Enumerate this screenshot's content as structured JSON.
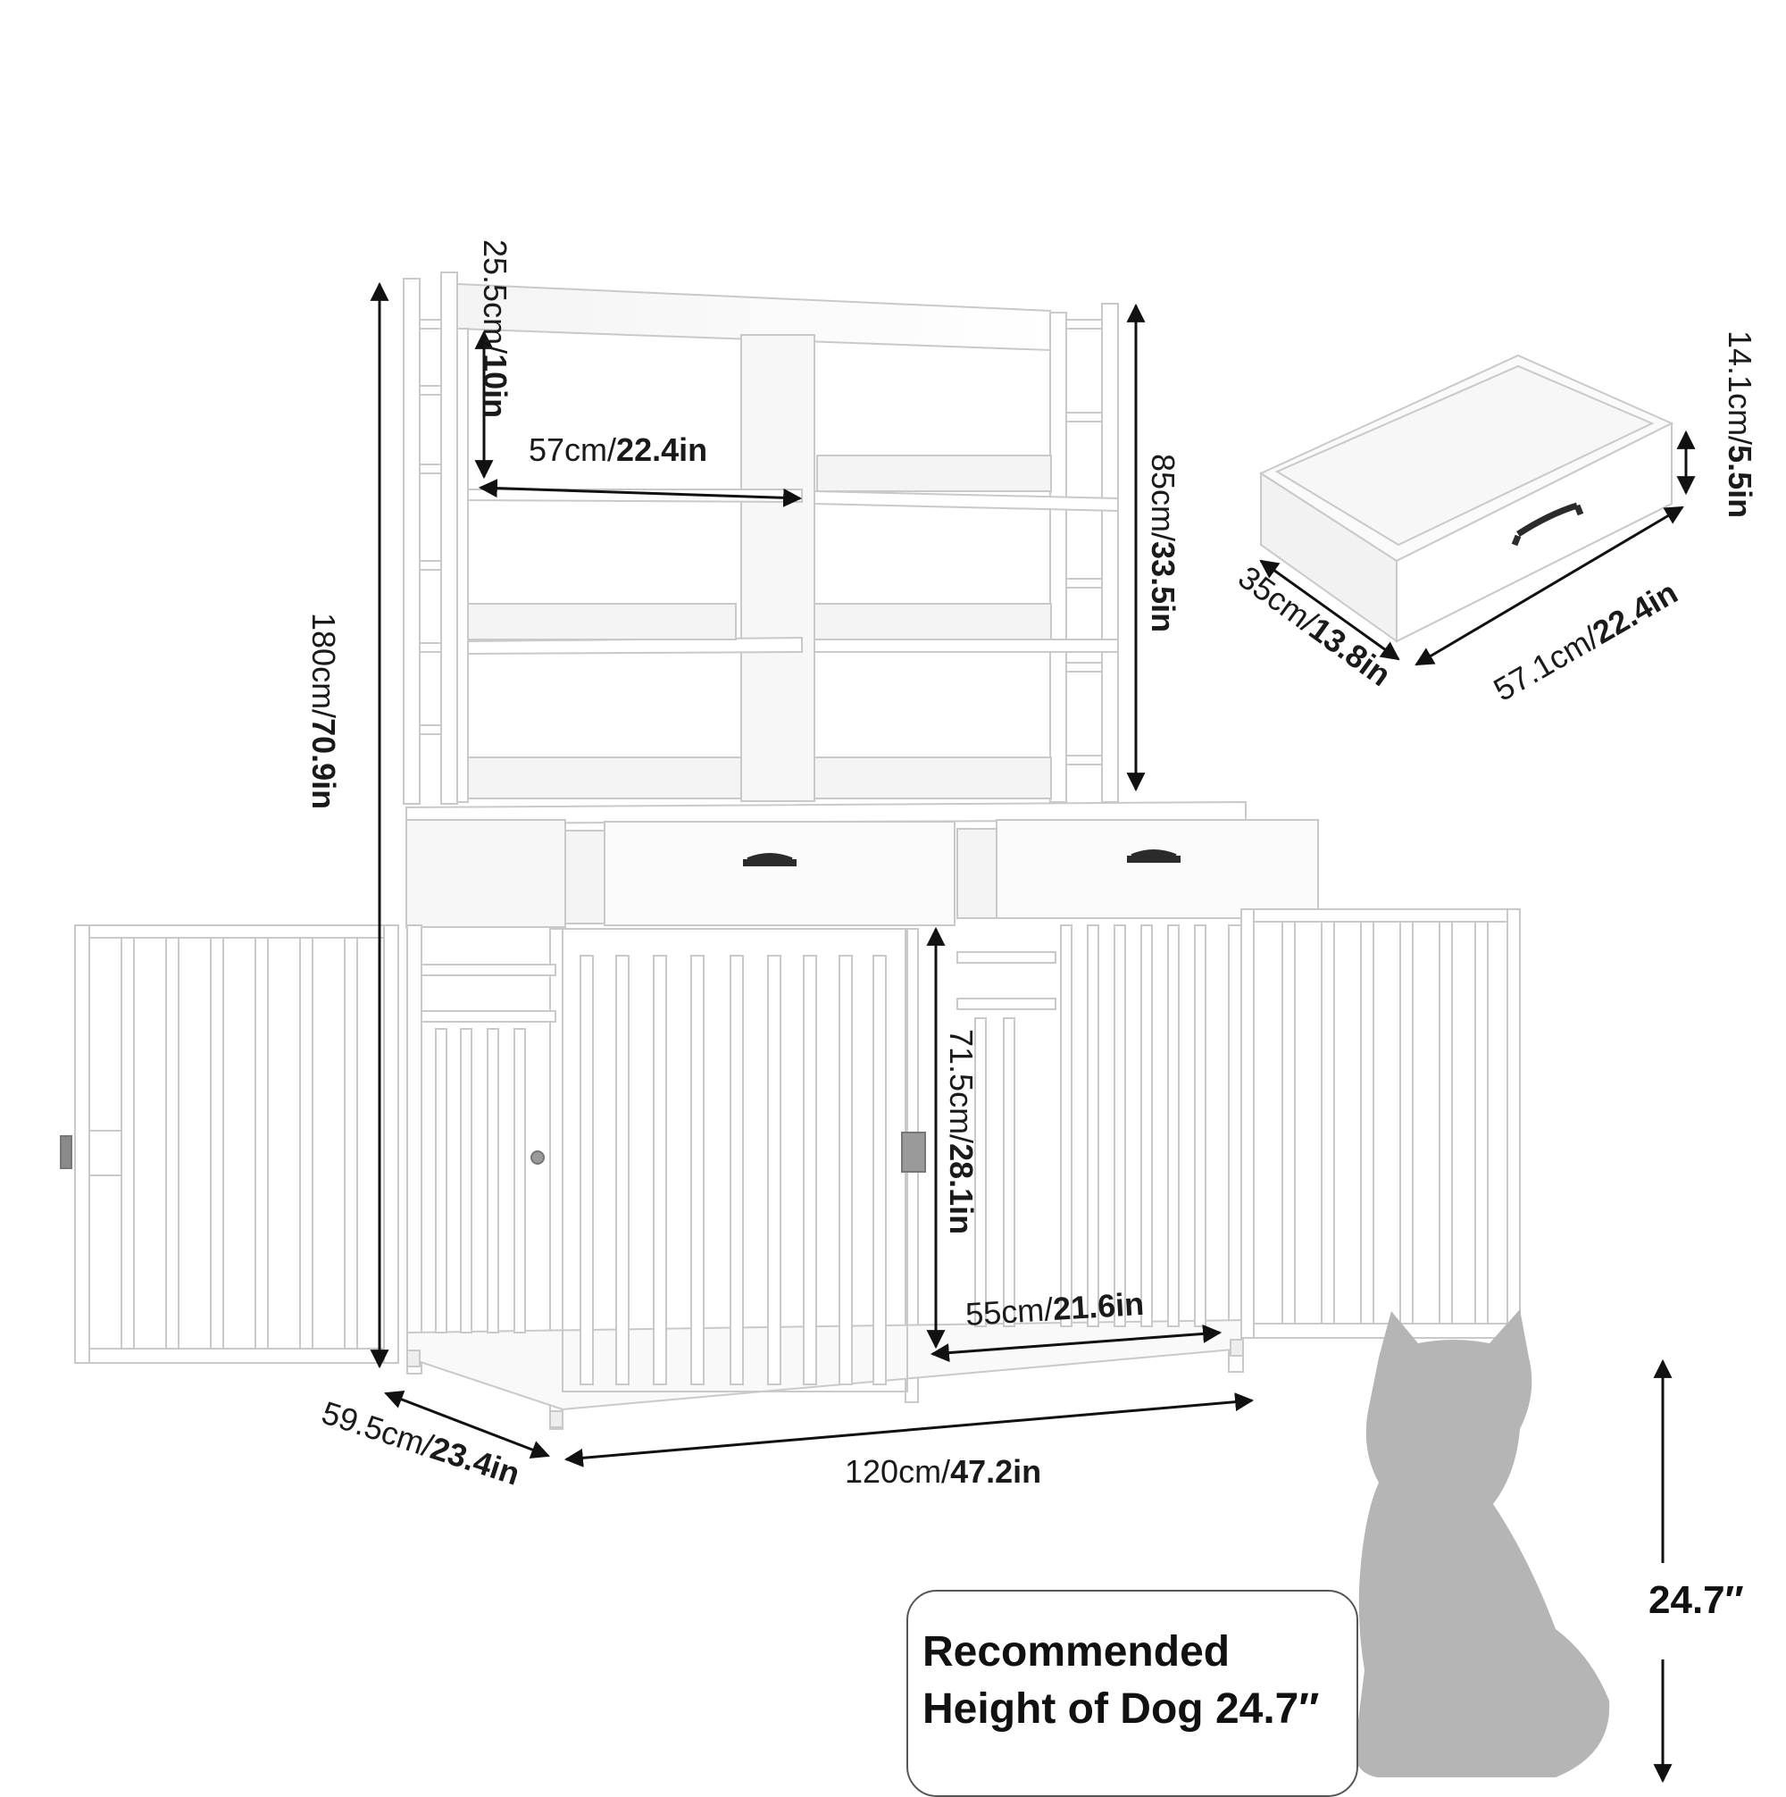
{
  "dimensions": {
    "shelf_gap": {
      "metric": "25.5cm/",
      "imperial": "10in"
    },
    "shelf_width": {
      "metric": "57cm/",
      "imperial": "22.4in"
    },
    "hutch_height": {
      "metric": "85cm/",
      "imperial": "33.5in"
    },
    "total_height": {
      "metric": "180cm/",
      "imperial": "70.9in"
    },
    "kennel_inner_height": {
      "metric": "71.5cm/",
      "imperial": "28.1in"
    },
    "kennel_inner_width": {
      "metric": "55cm/",
      "imperial": "21.6in"
    },
    "depth": {
      "metric": "59.5cm/",
      "imperial": "23.4in"
    },
    "total_width": {
      "metric": "120cm/",
      "imperial": "47.2in"
    },
    "drawer_height": {
      "metric": "14.1cm/",
      "imperial": "5.5in"
    },
    "drawer_depth": {
      "metric": "35cm/",
      "imperial": "13.8in"
    },
    "drawer_width": {
      "metric": "57.1cm/",
      "imperial": "22.4in"
    }
  },
  "dog": {
    "height_label": "24.7″",
    "note_line1": "Recommended",
    "note_line2": "Height of Dog 24.7″"
  },
  "colors": {
    "furniture": "#ffffff",
    "outline": "#c9c9c9",
    "dog_silhouette": "#b5b5b5",
    "handle": "#2b2b2b"
  }
}
